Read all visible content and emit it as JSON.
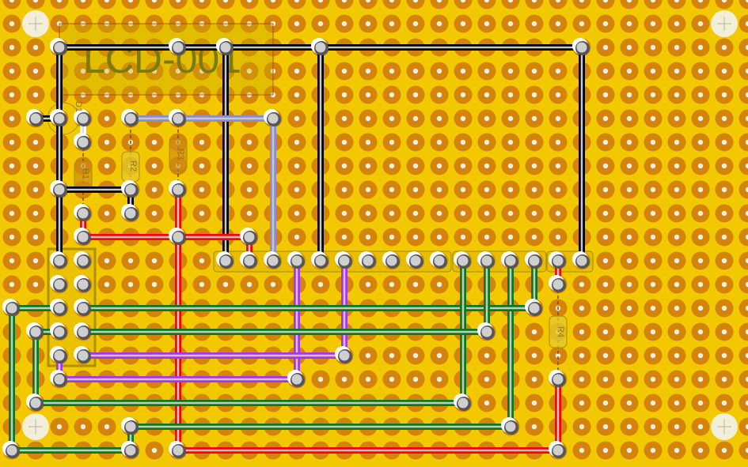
{
  "board": {
    "background": "#f2c900",
    "pad_ring": "#d4840a",
    "pad_hole": "#f4f0e0"
  },
  "labels": {
    "lcd": "LCD-001",
    "r1": "R1",
    "r2": "R2",
    "r3": "R3",
    "r4": "R4",
    "d1": "D1"
  },
  "wire_colors": {
    "black": "#000000",
    "red": "#ff0000",
    "green": "#0a7a14",
    "purple": "#b030f0",
    "lavender": "#8c8cd0",
    "white": "#ffffff"
  }
}
